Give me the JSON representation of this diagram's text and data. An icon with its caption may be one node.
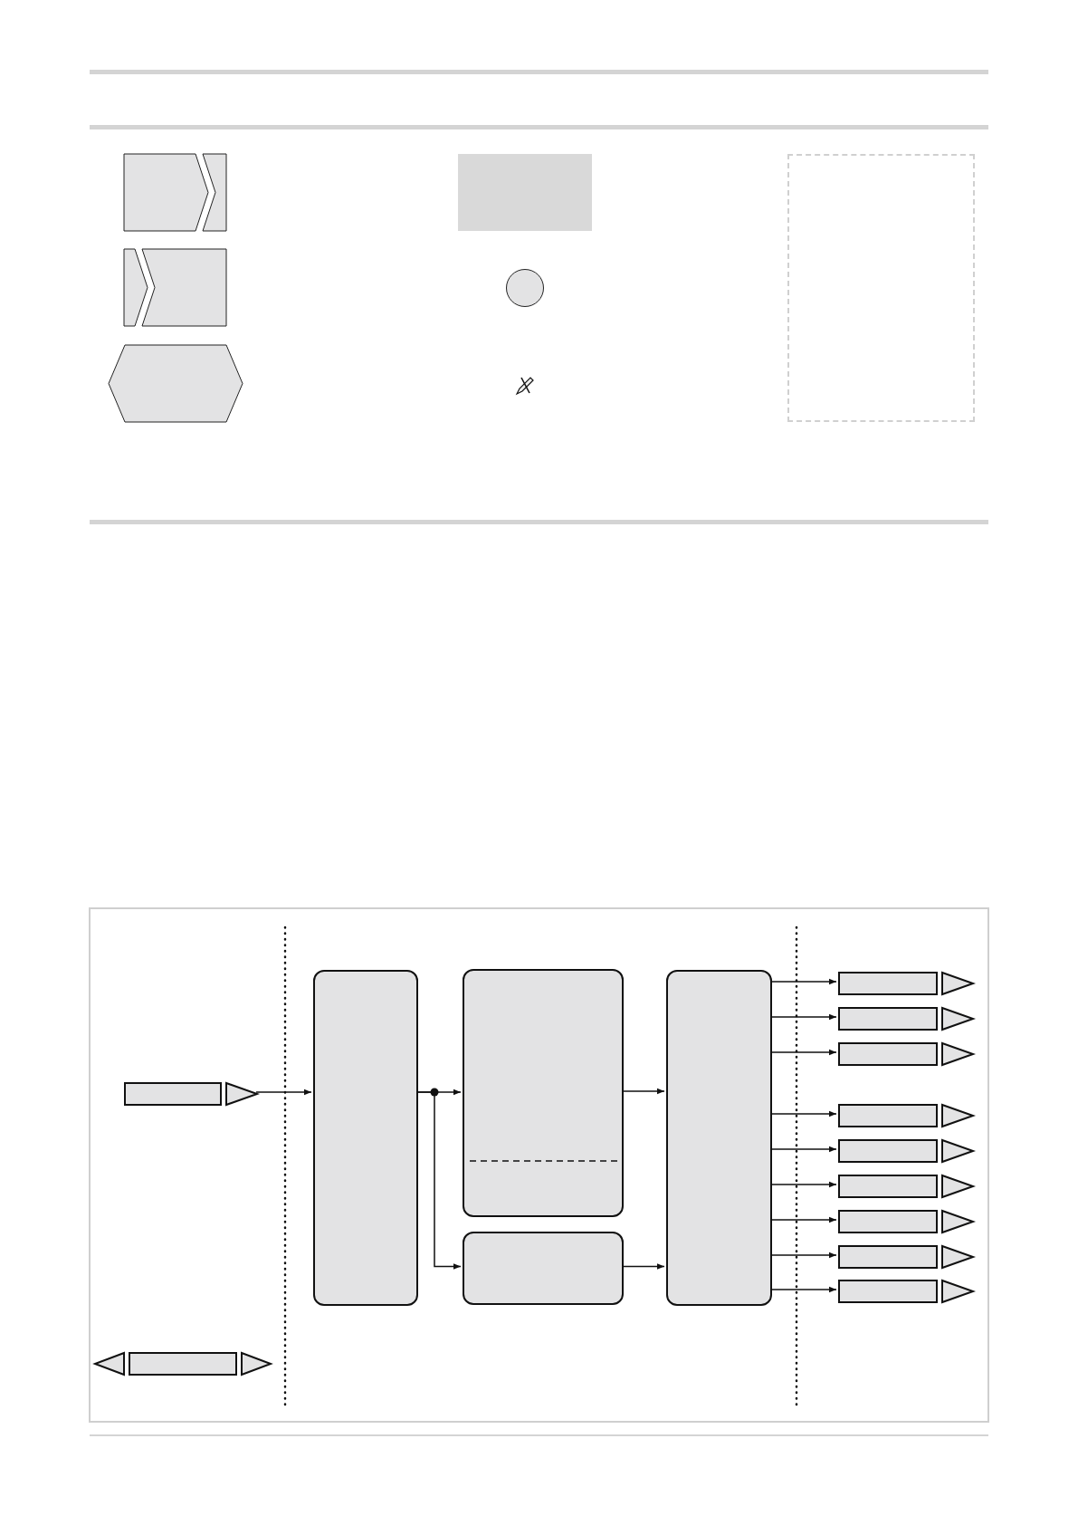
{
  "diagram": {
    "nodes": [
      {
        "text": [],
        "shape": "chevron"
      },
      {
        "text": [],
        "shape": "chevron"
      },
      {
        "text": [],
        "shape": "hexagon"
      },
      {
        "text": [],
        "shape": "box"
      },
      {
        "text": [],
        "shape": "circle"
      },
      {
        "text": [],
        "shape": "box"
      },
      {
        "text": [],
        "shape": "box"
      },
      {
        "text": [],
        "shape": "flag",
        "in": 6
      },
      {
        "text": [],
        "shape": "box",
        "in": 6
      },
      {
        "text": [],
        "shape": "box",
        "in": 6
      },
      {
        "text": [],
        "shape": "box",
        "in": 6
      },
      {
        "text": [],
        "shape": "box",
        "in": 6
      },
      {
        "text": [],
        "shape": "flag",
        "in": 6
      },
      {
        "text": [],
        "shape": "flag",
        "in": 6
      },
      {
        "text": [],
        "shape": "flag",
        "in": 6
      },
      {
        "text": [],
        "shape": "flag",
        "in": 6
      },
      {
        "text": [],
        "shape": "flag",
        "in": 6
      },
      {
        "text": [],
        "shape": "flag",
        "in": 6
      },
      {
        "text": [],
        "shape": "flag",
        "in": 6
      },
      {
        "text": [],
        "shape": "flag",
        "in": 6
      },
      {
        "text": [],
        "shape": "flag",
        "in": 6
      },
      {
        "text": [],
        "shape": "double-flag",
        "in": 6
      }
    ],
    "edges": [
      {
        "from": 7,
        "to": 8,
        "arrow": "to"
      },
      {
        "from": 8,
        "to": 9,
        "arrow": "to"
      },
      {
        "from": 8,
        "to": 10,
        "arrow": "to"
      },
      {
        "from": 9,
        "to": 11,
        "arrow": "to"
      },
      {
        "from": 10,
        "to": 11,
        "arrow": "to"
      },
      {
        "from": 11,
        "to": 12,
        "arrow": "to"
      },
      {
        "from": 11,
        "to": 13,
        "arrow": "to"
      },
      {
        "from": 11,
        "to": 14,
        "arrow": "to"
      },
      {
        "from": 11,
        "to": 15,
        "arrow": "to"
      },
      {
        "from": 11,
        "to": 16,
        "arrow": "to"
      },
      {
        "from": 11,
        "to": 17,
        "arrow": "to"
      },
      {
        "from": 11,
        "to": 18,
        "arrow": "to"
      },
      {
        "from": 11,
        "to": 19,
        "arrow": "to"
      },
      {
        "from": 11,
        "to": 20,
        "arrow": "to"
      }
    ]
  }
}
